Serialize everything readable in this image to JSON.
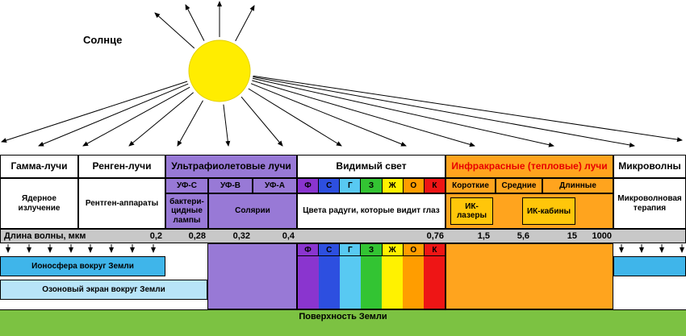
{
  "sun": {
    "label": "Солнце"
  },
  "spectrum": {
    "gamma": {
      "header": "Гамма-лучи",
      "application": "Ядерное излучение"
    },
    "xray": {
      "header": "Ренген-лучи",
      "application": "Рентген-аппараты"
    },
    "uv": {
      "header": "Ультрафиолетовые лучи",
      "sub_bands": {
        "uvc": "УФ-С",
        "uvb": "УФ-В",
        "uva": "УФ-А"
      },
      "applications": {
        "lamps": "бактери-цидные лампы",
        "solarium": "Солярии"
      }
    },
    "visible": {
      "header": "Видимый свет",
      "application": "Цвета радуги, которые видит глаз",
      "bands": [
        {
          "label": "Ф",
          "color": "#8a35cf"
        },
        {
          "label": "С",
          "color": "#2d4fe0"
        },
        {
          "label": "Г",
          "color": "#58c9f2"
        },
        {
          "label": "З",
          "color": "#33c433"
        },
        {
          "label": "Ж",
          "color": "#fff200"
        },
        {
          "label": "О",
          "color": "#ff9d00"
        },
        {
          "label": "К",
          "color": "#ee1515"
        }
      ]
    },
    "infrared": {
      "header": "Инфракрасные (тепловые) лучи",
      "sub_bands": {
        "short": "Короткие",
        "medium": "Средние",
        "long": "Длинные"
      },
      "applications": {
        "lasers": "ИК-лазеры",
        "cabins": "ИК-кабины"
      }
    },
    "micro": {
      "header": "Микроволны",
      "application": "Микроволновая терапия"
    }
  },
  "wavelength": {
    "label": "Длина волны, мкм",
    "values": [
      "0,2",
      "0,28",
      "0,32",
      "0,4",
      "0,76",
      "1,5",
      "5,6",
      "15",
      "1000"
    ]
  },
  "earth": {
    "ionosphere": "Ионосфера вокруг Земли",
    "ozone": "Озоновый экран вокруг Земли",
    "surface": "Поверхность Земли"
  },
  "colors": {
    "sun": "#ffed00",
    "uv_purple": "#9879d6",
    "ir_orange": "#ffa41e",
    "ir_yellow": "#ffc60a",
    "ir_header_text": "#e80000",
    "ionosphere_blue": "#3fb5ea",
    "ozone_blue": "#b8e4f8",
    "surface_green": "#7cc242",
    "wavelength_gray": "#c8c8c8"
  }
}
